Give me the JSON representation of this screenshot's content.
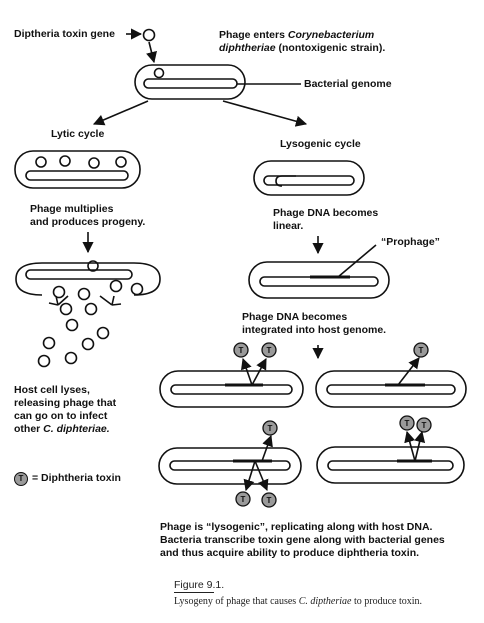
{
  "labels": {
    "gene": "Diptheria toxin gene",
    "phage_enters_1": "Phage enters ",
    "phage_enters_species": "Corynebacterium",
    "phage_enters_2_species": "diphtheriae",
    "phage_enters_2_rest": " (nontoxigenic strain).",
    "bacterial_genome": "Bacterial genome",
    "lytic_cycle": "Lytic cycle",
    "lysogenic_cycle": "Lysogenic cycle",
    "phage_multiplies_1": "Phage multiplies",
    "phage_multiplies_2": "and produces progeny.",
    "phage_linear_1": "Phage DNA becomes",
    "phage_linear_2": "linear.",
    "prophage": "“Prophage”",
    "integrated_1": "Phage DNA becomes",
    "integrated_2": "integrated into host genome.",
    "lyses_1": "Host cell lyses,",
    "lyses_2": "releasing phage that",
    "lyses_3": "can go on to infect",
    "lyses_4_prefix": "other ",
    "lyses_4_species": "C. diphteriae.",
    "legend_text": "= Diphtheria toxin",
    "lysogenic_note_1": "Phage is “lysogenic”, replicating along with host DNA.",
    "lysogenic_note_2": "Bacteria transcribe toxin gene along with bacterial genes",
    "lysogenic_note_3": "and thus acquire ability to produce diphtheria toxin."
  },
  "toxin_symbol": "T",
  "caption": {
    "title": "Figure 9.1.",
    "text_prefix": "Lysogeny of phage that causes ",
    "text_species": "C. diptheriae",
    "text_suffix": " to produce toxin."
  },
  "colors": {
    "ink": "#111111",
    "toxin_fill": "#9a9a9a",
    "background": "#ffffff"
  }
}
